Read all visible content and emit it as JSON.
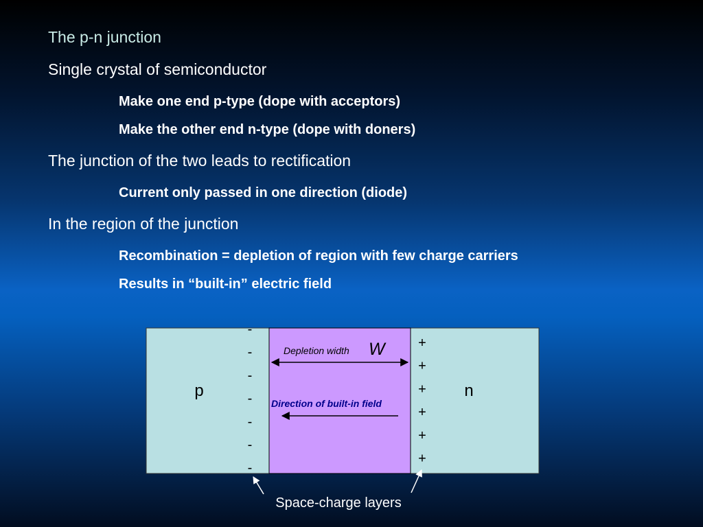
{
  "slide": {
    "title": "The p-n junction",
    "lines": [
      {
        "level": 1,
        "text": "Single crystal of semiconductor"
      },
      {
        "level": 2,
        "text": "Make one end p-type (dope with acceptors)"
      },
      {
        "level": 2,
        "text": "Make the other end n-type (dope with doners)"
      },
      {
        "level": 1,
        "text": "The junction of the two leads to rectification"
      },
      {
        "level": 2,
        "text": "Current only passed in one direction (diode)"
      },
      {
        "level": 1,
        "text": "In the region of the junction"
      },
      {
        "level": 2,
        "text": "Recombination = depletion of region with few charge carriers"
      },
      {
        "level": 2,
        "text": "Results in “built-in” electric field"
      }
    ]
  },
  "diagram": {
    "p_label": "p",
    "n_label": "n",
    "depletion_label": "Depletion width",
    "width_symbol": "W",
    "field_label": "Direction of built-in field",
    "negative_charge": "-",
    "positive_charge": "+",
    "negative_count": 7,
    "positive_count": 6,
    "caption": "Space-charge layers",
    "colors": {
      "region_fill": "#b9e0e3",
      "depletion_fill": "#cc99ff",
      "title_text": "#c9ebe6",
      "field_text": "#00008b"
    }
  }
}
